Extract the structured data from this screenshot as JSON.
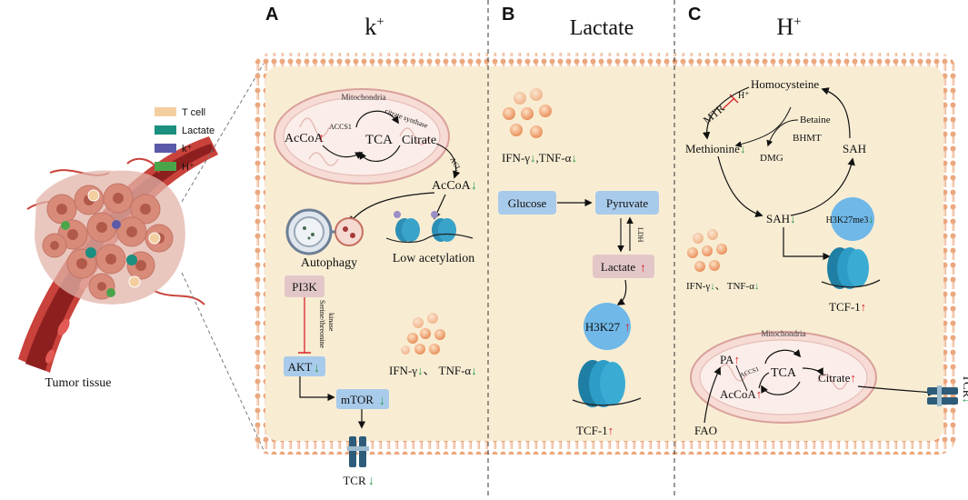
{
  "legend": {
    "items": [
      {
        "label": "T cell",
        "color": "#f3cfa0"
      },
      {
        "label": "Lactate",
        "color": "#1b8f80"
      },
      {
        "label": "k⁺",
        "color": "#5b5aa8"
      },
      {
        "label": "H⁺",
        "color": "#4aa54a"
      }
    ]
  },
  "tissue": {
    "label": "Tumor tissue"
  },
  "panels": {
    "A": {
      "letter": "A",
      "title_base": "k",
      "title_sup": "+",
      "mitochondria": "Mitochondria",
      "accs1": "ACCS1",
      "tca": "TCA",
      "citrate_synthase": "citrate synthase",
      "citrate": "Citrate",
      "acl": "ACL",
      "acoa_left": "AcCoA",
      "acoa_right": "AcCoA",
      "autophagy": "Autophagy",
      "low_acetylation": "Low acetylation",
      "pi3k": "PI3K",
      "kinase_label_1": "Serine/threonine",
      "kinase_label_2": "kinase",
      "akt": "AKT",
      "mtor": "mTOR",
      "tcr": "TCR",
      "ifn": "IFN-γ",
      "sep": "、",
      "tnf": "TNF-α"
    },
    "B": {
      "letter": "B",
      "title": "Lactate",
      "ifn": "IFN-γ",
      "sep": ",",
      "tnf": "TNF-α",
      "glucose": "Glucose",
      "pyruvate": "Pyruvate",
      "ldh": "LDH",
      "lactate": "Lactate",
      "h3k27": "H3K27",
      "tcf": "TCF-1"
    },
    "C": {
      "letter": "C",
      "title_base": "H",
      "title_sup": "+",
      "homocysteine": "Homocysteine",
      "mtr": "MTR",
      "h_plus": "H⁺",
      "betaine": "Betaine",
      "bhmt": "BHMT",
      "methionine": "Methionine",
      "dmg": "DMG",
      "sah_right": "SAH",
      "sah_bottom": "SAH",
      "h3k27me3": "H3K27me3",
      "ifn": "IFN-γ",
      "sep": "、",
      "tnf": "TNF-α",
      "tcf": "TCF-1",
      "mitochondria": "Mitochondria",
      "pa": "PA",
      "accs1": "ACCS1",
      "tca": "TCA",
      "acoa": "AcCoA",
      "citrate": "Citrate",
      "fao": "FAO",
      "tcr": "TCR"
    }
  },
  "colors": {
    "up_arrow": "#d9232a",
    "down_arrow": "#2a9a4a",
    "cell_fill": "#f8edd3",
    "membrane": "#e8a97e",
    "box_blue": "#a9cbeb",
    "box_pink": "#e3c7c8",
    "circle_blue": "#6fb8e8",
    "nucleosome": "#2d8fb5"
  }
}
